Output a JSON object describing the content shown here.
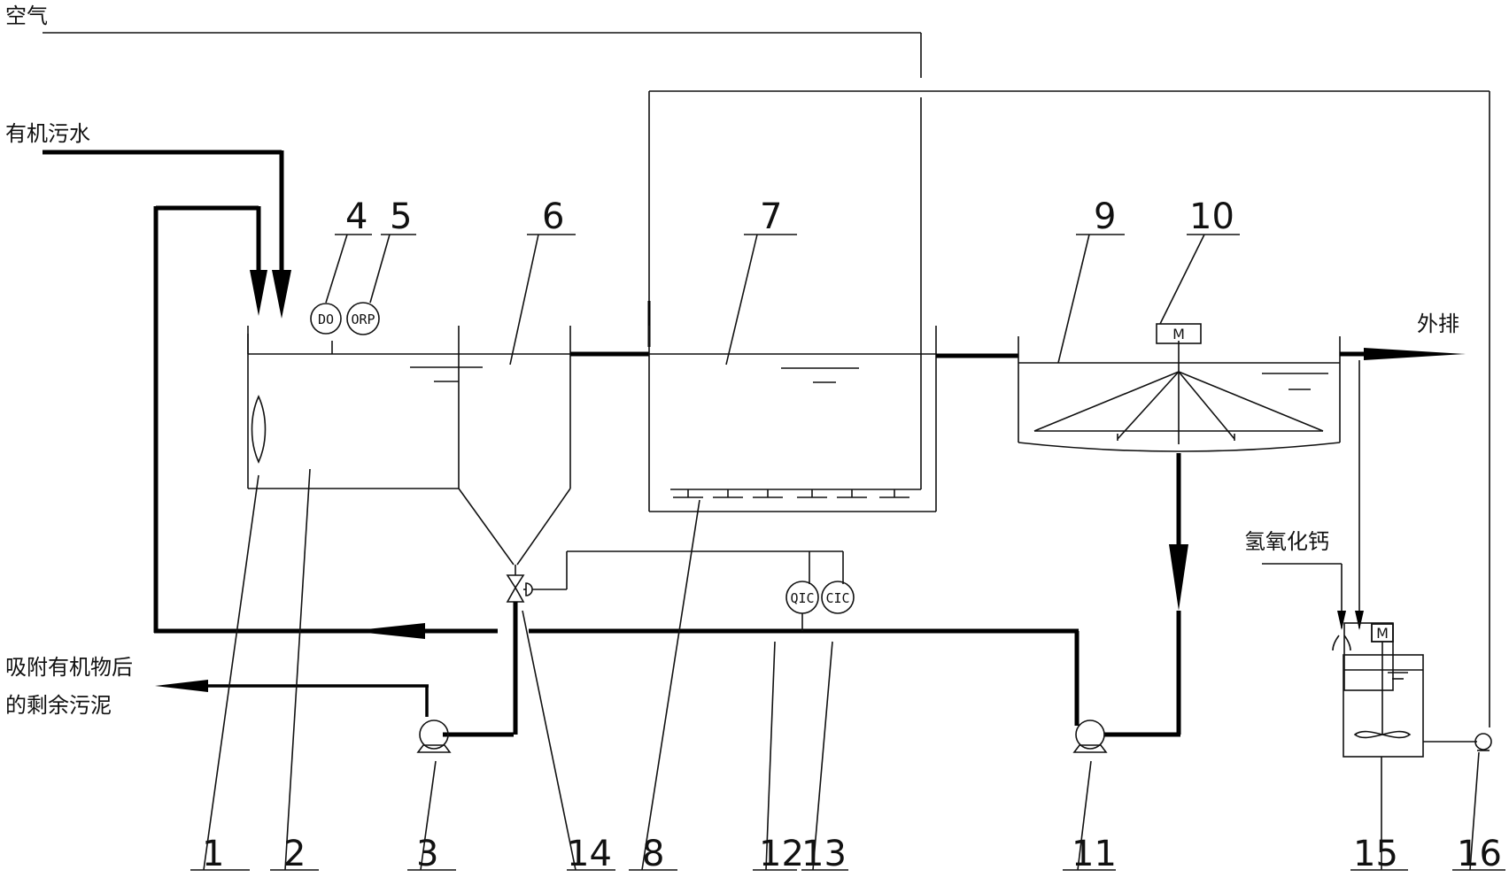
{
  "labels": {
    "air": "空气",
    "organic_wastewater": "有机污水",
    "residual_sludge_line1": "吸附有机物后",
    "residual_sludge_line2": "的剩余污泥",
    "discharge": "外排",
    "calcium_hydroxide": "氢氧化钙"
  },
  "instruments": {
    "do": "DO",
    "orp": "ORP",
    "qic": "QIC",
    "cic": "CIC",
    "motor_clarifier": "M",
    "motor_mixer": "M"
  },
  "callouts": [
    "1",
    "2",
    "3",
    "4",
    "5",
    "6",
    "7",
    "8",
    "9",
    "10",
    "11",
    "12",
    "13",
    "14",
    "15",
    "16"
  ]
}
